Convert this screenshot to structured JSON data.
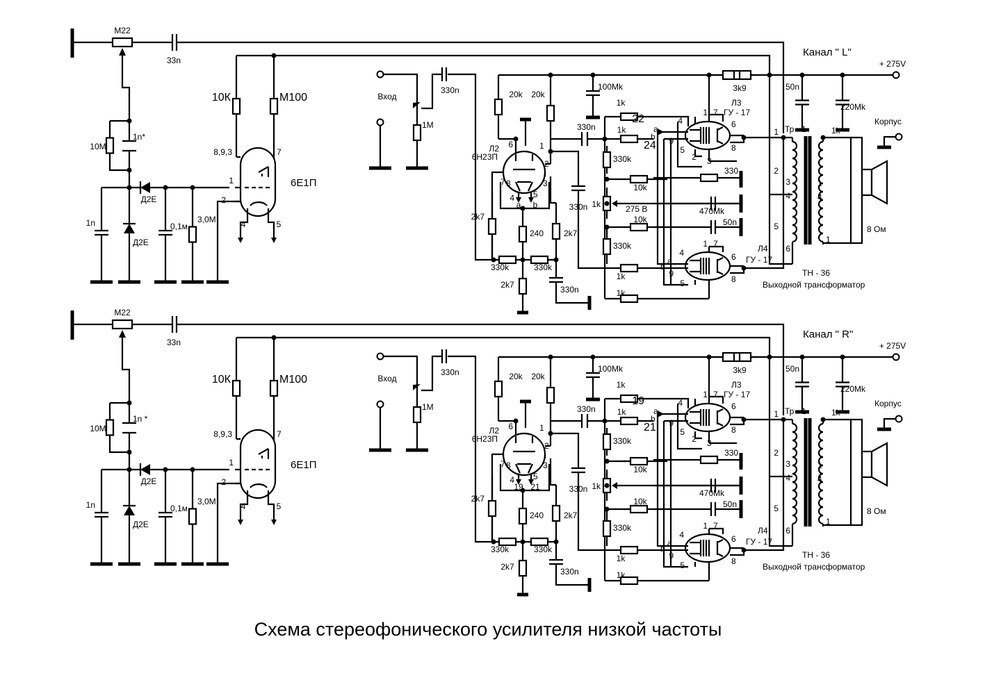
{
  "title": "Схема  стереофонического  усилителя  низкой частоты",
  "channels": [
    {
      "name": "Канал   \" L\"",
      "supply": "+ 275V",
      "pot_in": "М22",
      "cap_in": "33n",
      "res_10m": "10М",
      "cap_1n_star": "1n*",
      "diode1": "Д2Е",
      "diode2": "Д2Е",
      "cap_1n": "1n",
      "cap_01m": "0,1м",
      "res_3m": "3,0М",
      "tube_res1": "10К",
      "tube_res2": "М100",
      "tube_name": "6Е1П",
      "pins": {
        "p893": "8,9,3",
        "p7": "7",
        "p1": "1",
        "p2": "2",
        "p4": "4",
        "p5": "5"
      },
      "input_label": "Вход",
      "cap_330n": "330n",
      "pot_1m": "1М",
      "r20k_1": "20k",
      "r20k_2": "20k",
      "c100mk": "100Mk",
      "r1k_a": "1k",
      "r1k_b": "1k",
      "r1k_c": "1k",
      "r1k_d": "1k",
      "r330k_a": "330k",
      "r330k_b": "330k",
      "r10k_a": "10k",
      "r10k_b": "10k",
      "c330n_mid": "330n",
      "c330n_vert": "330n",
      "v275": "275 В",
      "l2": "Л2",
      "l2type": "6Н23П",
      "r2k7_a": "2k7",
      "r2k7_b": "2k7",
      "r2k7_c": "2k7",
      "r240": "240",
      "r330k_c": "330k",
      "r330k_d": "330k",
      "c330n_bot": "330n",
      "num_a": "22",
      "num_b": "24",
      "l3": "Л3",
      "l3type": "ГУ - 17",
      "l4": "Л4",
      "l4type": "ГУ - 17",
      "r3k9": "3k9",
      "c50n": "50n",
      "c220mk": "220Mk",
      "c330": "330",
      "c470mk": "470Mk",
      "c50n_b": "50n",
      "tr1": "Тр - 1",
      "korpus": "Корпус",
      "ohm": "8 Ом",
      "tn36": "ТН - 36",
      "trans_name": "Выходной трансформатор",
      "sub_a": "a",
      "sub_b": "b",
      "sub_a2": "a",
      "sub_b2": "b"
    },
    {
      "name": "Канал   \" R\"",
      "supply": "+ 275V",
      "pot_in": "М22",
      "cap_in": "33n",
      "res_10m": "10М",
      "cap_1n_star": "1n *",
      "diode1": "Д2Е",
      "diode2": "Д2Е",
      "cap_1n": "1n",
      "cap_01m": "0,1м",
      "res_3m": "3,0М",
      "tube_res1": "10К",
      "tube_res2": "М100",
      "tube_name": "6Е1П",
      "pins": {
        "p893": "8,9,3",
        "p7": "7",
        "p1": "1",
        "p2": "2",
        "p4": "4",
        "p5": "5"
      },
      "input_label": "Вход",
      "cap_330n": "330n",
      "pot_1m": "1М",
      "r20k_1": "20k",
      "r20k_2": "20k",
      "c100mk": "100Mk",
      "r1k_a": "1k",
      "r1k_b": "1k",
      "r1k_c": "1k",
      "r1k_d": "1k",
      "r330k_a": "330k",
      "r330k_b": "330k",
      "r10k_a": "10k",
      "r10k_b": "10k",
      "c330n_mid": "330n",
      "c330n_vert": "330n",
      "v275": "",
      "l2": "Л2",
      "l2type": "6Н23П",
      "r2k7_a": "2k7",
      "r2k7_b": "2k7",
      "r2k7_c": "2k7",
      "r240": "240",
      "r330k_c": "330k",
      "r330k_d": "330k",
      "c330n_bot": "330n",
      "num_a": "19",
      "num_b": "21",
      "l3": "Л3",
      "l3type": "ГУ - 17",
      "l4": "Л4",
      "l4type": "ГУ - 17",
      "r3k9": "3k9",
      "c50n": "50n",
      "c220mk": "220Mk",
      "c330": "330",
      "c470mk": "470Mk",
      "c50n_b": "50n",
      "tr1": "Тр - 1",
      "korpus": "Корпус",
      "ohm": "8 Ом",
      "tn36": "ТН - 36",
      "trans_name": "Выходной трансформатор",
      "sub_a": "a",
      "sub_b": "b",
      "sub_a2": "19",
      "sub_b2": "21"
    }
  ]
}
